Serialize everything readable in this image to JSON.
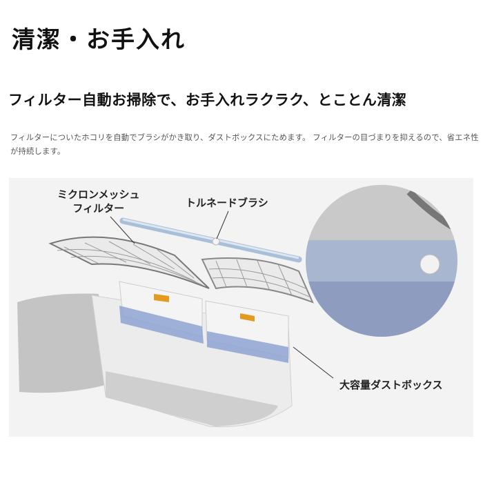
{
  "section": {
    "title": "清潔・お手入れ"
  },
  "feature": {
    "headline": "フィルター自動お掃除で、お手入れラクラク、とことん清潔",
    "description": "フィルターについたホコリを自動でブラシがかき取り、ダストボックスにためます。 フィルターの目づまりを抑えるので、省エネ性が持続します。"
  },
  "figure": {
    "background": "#f3f3f3",
    "labels": {
      "filter_line1": "ミクロンメッシュ",
      "filter_line2": "フィルター",
      "brush": "トルネードブラシ",
      "dustbox": "大容量ダストボックス"
    },
    "colors": {
      "unit_body": "#c9c9c9",
      "dustbox_blue": "#7f95c8",
      "tab_orange": "#e39a1f",
      "filter_gray": "#8a8a8a",
      "brush_blue": "#a9bfd9"
    }
  }
}
